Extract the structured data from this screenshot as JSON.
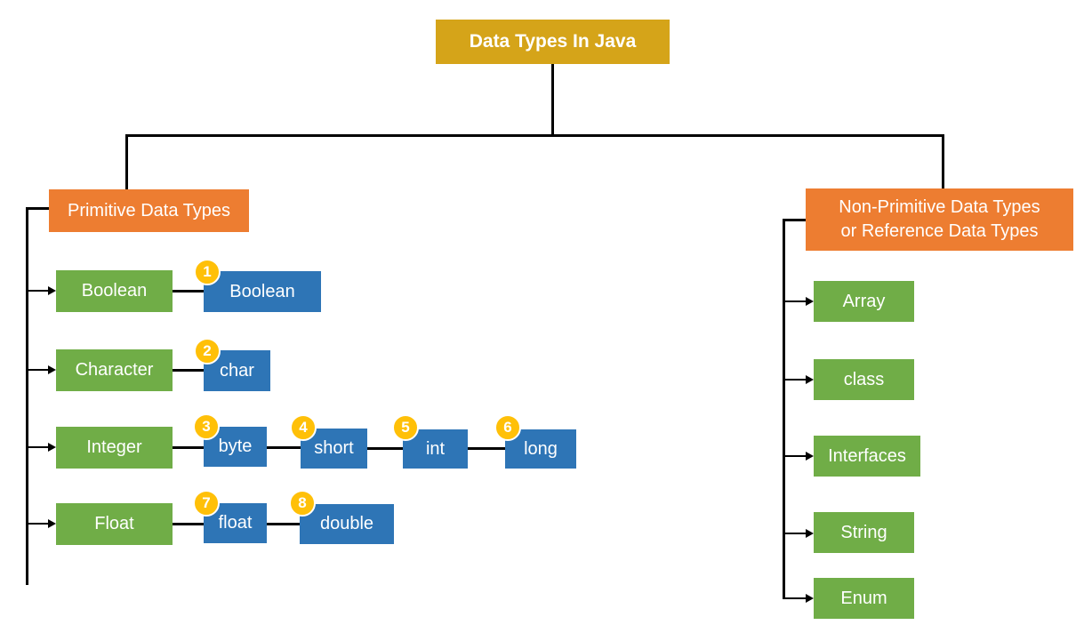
{
  "title": {
    "label": "Data Types In Java"
  },
  "colors": {
    "gold": "#D5A419",
    "badge_gold": "#FFC008",
    "orange": "#ED7D31",
    "green": "#70AD47",
    "blue": "#2E75B6",
    "line": "#000000",
    "text": "#FFFFFF"
  },
  "primitive": {
    "label": "Primitive Data Types",
    "rows": [
      {
        "category": "Boolean",
        "types": [
          {
            "badge": "1",
            "label": "Boolean"
          }
        ]
      },
      {
        "category": "Character",
        "types": [
          {
            "badge": "2",
            "label": "char"
          }
        ]
      },
      {
        "category": "Integer",
        "types": [
          {
            "badge": "3",
            "label": "byte"
          },
          {
            "badge": "4",
            "label": "short"
          },
          {
            "badge": "5",
            "label": "int"
          },
          {
            "badge": "6",
            "label": "long"
          }
        ]
      },
      {
        "category": "Float",
        "types": [
          {
            "badge": "7",
            "label": "float"
          },
          {
            "badge": "8",
            "label": "double"
          }
        ]
      }
    ]
  },
  "non_primitive": {
    "label_line1": "Non-Primitive Data Types",
    "label_line2": "or Reference Data Types",
    "items": [
      "Array",
      "class",
      "Interfaces",
      "String",
      "Enum"
    ]
  }
}
